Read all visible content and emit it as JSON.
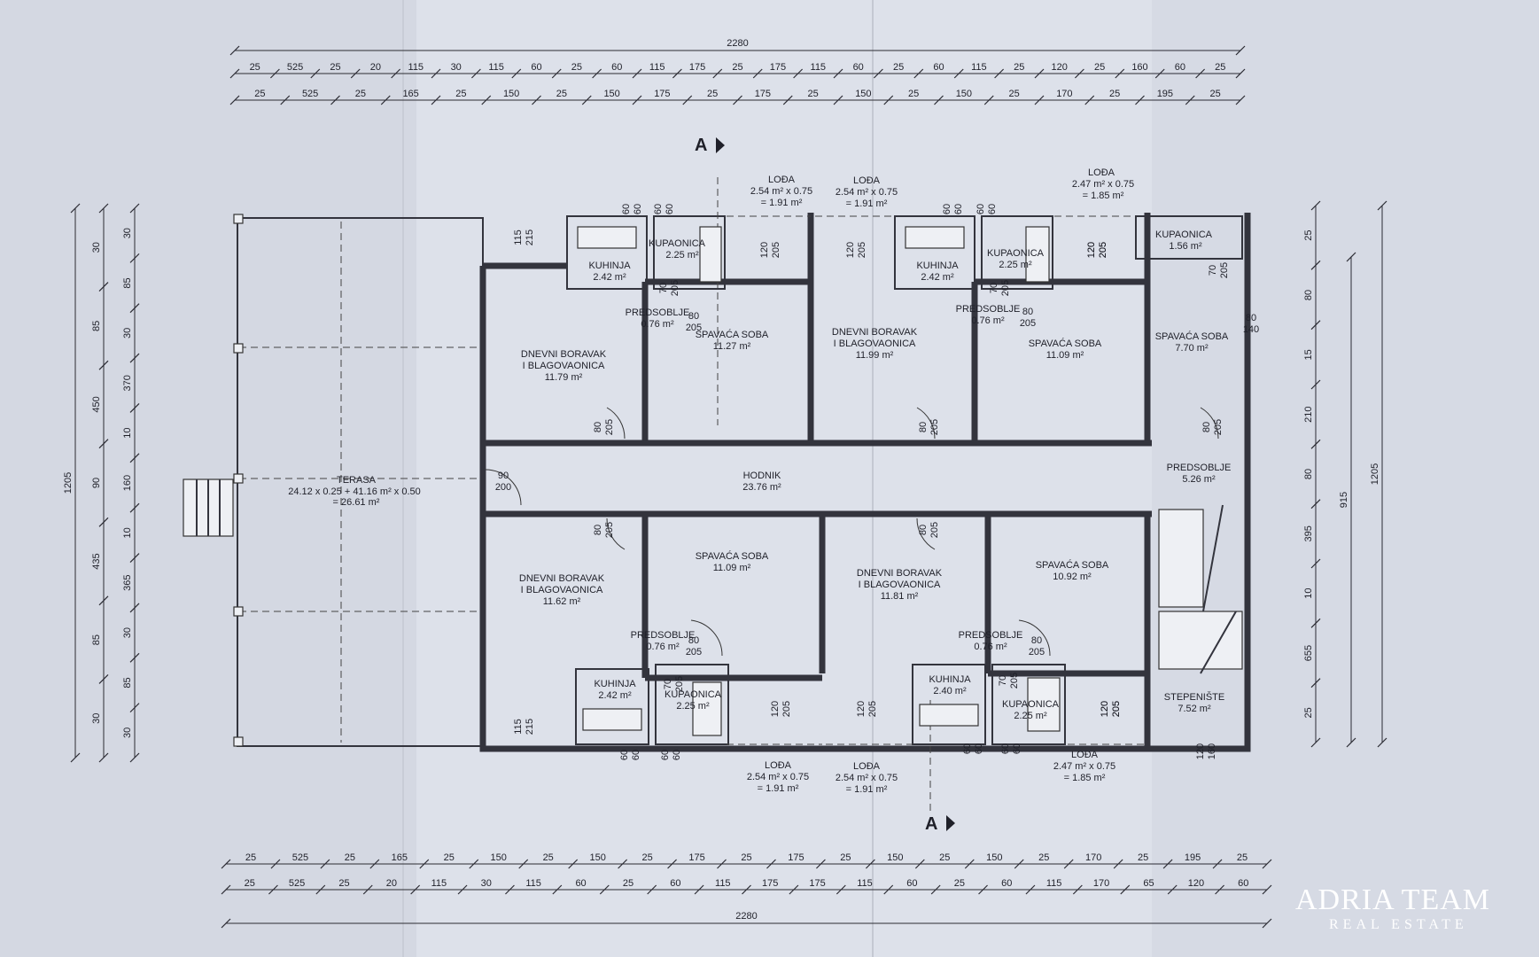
{
  "watermark": {
    "line1": "ADRIA TEAM",
    "line2": "REAL ESTATE"
  },
  "section_marks": [
    "A",
    "A"
  ],
  "top_total": "2280",
  "bottom_total": "2280",
  "left_total": "1205",
  "right_total": "1205",
  "dim_top_row1": [
    "25",
    "525",
    "25",
    "20",
    "115",
    "30",
    "115",
    "60",
    "25",
    "60",
    "115",
    "175",
    "25",
    "175",
    "115",
    "60",
    "25",
    "60",
    "115",
    "25",
    "120",
    "25",
    "160",
    "60",
    "25"
  ],
  "dim_top_row2": [
    "25",
    "525",
    "25",
    "165",
    "25",
    "150",
    "25",
    "150",
    "175",
    "25",
    "175",
    "25",
    "150",
    "25",
    "150",
    "25",
    "170",
    "25",
    "195",
    "25"
  ],
  "dim_bottom_row1": [
    "25",
    "525",
    "25",
    "165",
    "25",
    "150",
    "25",
    "150",
    "25",
    "175",
    "25",
    "175",
    "25",
    "150",
    "25",
    "150",
    "25",
    "170",
    "25",
    "195",
    "25"
  ],
  "dim_bottom_row2": [
    "25",
    "525",
    "25",
    "20",
    "115",
    "30",
    "115",
    "60",
    "25",
    "60",
    "115",
    "175",
    "175",
    "115",
    "60",
    "25",
    "60",
    "115",
    "170",
    "65",
    "120",
    "60"
  ],
  "dim_left_outer": [
    "30",
    "85",
    "450",
    "90",
    "435",
    "85",
    "30"
  ],
  "dim_left_inner": [
    "30",
    "85",
    "30",
    "370",
    "10",
    "160",
    "10",
    "365",
    "30",
    "85",
    "30"
  ],
  "dim_right_inner": [
    "25",
    "80",
    "15",
    "210",
    "80",
    "395",
    "10",
    "655",
    "25"
  ],
  "dim_right_outer": [
    "915"
  ],
  "rooms": {
    "terasa": {
      "name": "TERASA",
      "calc": "24.12 x 0.25 + 41.16 m² x 0.50",
      "area": "= 26.61 m²"
    },
    "dnevni1": {
      "name1": "DNEVNI BORAVAK",
      "name2": "I BLAGOVAONICA",
      "area": "11.79 m²"
    },
    "dnevni2": {
      "name1": "DNEVNI BORAVAK",
      "name2": "I BLAGOVAONICA",
      "area": "11.99 m²"
    },
    "dnevni3": {
      "name1": "DNEVNI BORAVAK",
      "name2": "I BLAGOVAONICA",
      "area": "11.62 m²"
    },
    "dnevni4": {
      "name1": "DNEVNI BORAVAK",
      "name2": "I BLAGOVAONICA",
      "area": "11.81 m²"
    },
    "kuhinja1": {
      "name": "KUHINJA",
      "area": "2.42 m²"
    },
    "kuhinja2": {
      "name": "KUHINJA",
      "area": "2.42 m²"
    },
    "kuhinja3": {
      "name": "KUHINJA",
      "area": "2.42 m²"
    },
    "kuhinja4": {
      "name": "KUHINJA",
      "area": "2.40 m²"
    },
    "kup1": {
      "name": "KUPAONICA",
      "area": "2.25 m²"
    },
    "kup2": {
      "name": "KUPAONICA",
      "area": "2.25 m²"
    },
    "kup3": {
      "name": "KUPAONICA",
      "area": "2.25 m²"
    },
    "kup4": {
      "name": "KUPAONICA",
      "area": "2.25 m²"
    },
    "kup5": {
      "name": "KUPAONICA",
      "area": "1.56 m²"
    },
    "pred1": {
      "name": "PREDSOBLJE",
      "area": "0.76 m²"
    },
    "pred2": {
      "name": "PREDSOBLJE",
      "area": "0.76 m²"
    },
    "pred3": {
      "name": "PREDSOBLJE",
      "area": "0.76 m²"
    },
    "pred4": {
      "name": "PREDSOBLJE",
      "area": "0.76 m²"
    },
    "pred5": {
      "name": "PREDSOBLJE",
      "area": "5.26 m²"
    },
    "spav1": {
      "name": "SPAVAĆA SOBA",
      "area": "11.27 m²"
    },
    "spav2": {
      "name": "SPAVAĆA SOBA",
      "area": "11.09 m²"
    },
    "spav3": {
      "name": "SPAVAĆA SOBA",
      "area": "7.70 m²"
    },
    "spav4": {
      "name": "SPAVAĆA SOBA",
      "area": "11.09 m²"
    },
    "spav5": {
      "name": "SPAVAĆA SOBA",
      "area": "10.92 m²"
    },
    "hodnik": {
      "name": "HODNIK",
      "area": "23.76 m²"
    },
    "stepen": {
      "name": "STEPENIŠTE",
      "area": "7.52 m²"
    },
    "loda_t1": {
      "name": "LOĐA",
      "calc": "2.54 m² x 0.75",
      "area": "= 1.91 m²"
    },
    "loda_t2": {
      "name": "LOĐA",
      "calc": "2.54 m² x 0.75",
      "area": "= 1.91 m²"
    },
    "loda_t3": {
      "name": "LOĐA",
      "calc": "2.47 m² x 0.75",
      "area": "= 1.85 m²"
    },
    "loda_b1": {
      "name": "LOĐA",
      "calc": "2.54 m² x 0.75",
      "area": "= 1.91 m²"
    },
    "loda_b2": {
      "name": "LOĐA",
      "calc": "2.54 m² x 0.75",
      "area": "= 1.91 m²"
    },
    "loda_b3": {
      "name": "LOĐA",
      "calc": "2.47 m² x 0.75",
      "area": "= 1.85 m²"
    }
  },
  "door_dims": {
    "d_terasa": [
      "90",
      "200"
    ],
    "d_top_loggia1": [
      "115",
      "215"
    ],
    "d_top_loggia2": [
      "120",
      "205"
    ],
    "d_top_loggia3": [
      "120",
      "205"
    ],
    "d_top_loggia4": [
      "120",
      "205"
    ],
    "d_top_loggia5": [
      "120",
      "205"
    ],
    "d_kitchen_top": [
      "60",
      "60"
    ],
    "d_bath_top": [
      "60",
      "60"
    ],
    "d_bath_top2": [
      "60",
      "60"
    ],
    "d_kitchen_top2": [
      "60",
      "60"
    ],
    "d_bath_in1": [
      "70",
      "205"
    ],
    "d_bath_in2": [
      "70",
      "205"
    ],
    "d_pred1": [
      "80",
      "205"
    ],
    "d_pred2": [
      "80",
      "205"
    ],
    "d_dnevni1": [
      "80",
      "205"
    ],
    "d_dnevni2": [
      "80",
      "205"
    ],
    "d_spav3": [
      "80",
      "205"
    ],
    "d_spav3b": [
      "70",
      "205"
    ],
    "d_right": [
      "80",
      "140"
    ],
    "d_bottom_dn1": [
      "80",
      "205"
    ],
    "d_bottom_dn2": [
      "80",
      "205"
    ],
    "d_bot_bath1": [
      "70",
      "205"
    ],
    "d_bot_bath2": [
      "70",
      "205"
    ],
    "d_bot_pred1": [
      "80",
      "205"
    ],
    "d_bot_pred2": [
      "80",
      "205"
    ],
    "d_bot_loggia1": [
      "115",
      "215"
    ],
    "d_bot_loggia2": [
      "120",
      "205"
    ],
    "d_bot_loggia3": [
      "120",
      "205"
    ],
    "d_bot_loggia4": [
      "120",
      "205"
    ],
    "d_bot_loggia5": [
      "120",
      "205"
    ],
    "d_bot_k": [
      "60",
      "60"
    ],
    "d_bot_b": [
      "60",
      "60"
    ],
    "d_bot_b2": [
      "60",
      "60"
    ],
    "d_bot_k2": [
      "60",
      "60"
    ],
    "d_stair": [
      "120",
      "160"
    ]
  }
}
